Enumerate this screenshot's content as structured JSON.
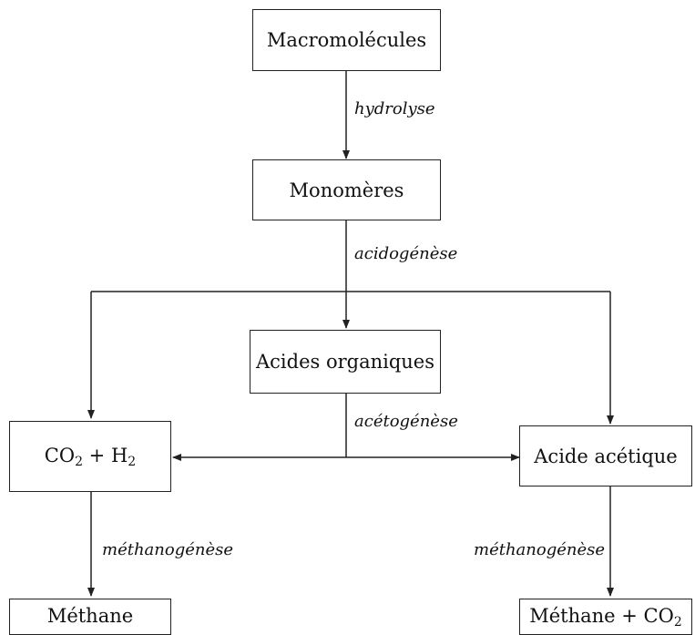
{
  "nodes": {
    "macromolecules": "Macromolécules",
    "monomeres": "Monomères",
    "acides_organiques": "Acides organiques",
    "co2_h2": {
      "a": "CO",
      "a_sub": "2",
      "plus": " + ",
      "b": "H",
      "b_sub": "2"
    },
    "acide_acetique": "Acide acétique",
    "methane": "Méthane",
    "methane_co2": {
      "a": "Méthane",
      "plus": " + ",
      "b": "CO",
      "b_sub": "2"
    }
  },
  "processes": {
    "hydrolyse": "hydrolyse",
    "acidogenese": "acidogénèse",
    "acetogenese": "acétogénèse",
    "methanogenese_left": "méthanogénèse",
    "methanogenese_right": "méthanogénèse"
  },
  "colors": {
    "line": "#222222",
    "background": "#ffffff"
  }
}
